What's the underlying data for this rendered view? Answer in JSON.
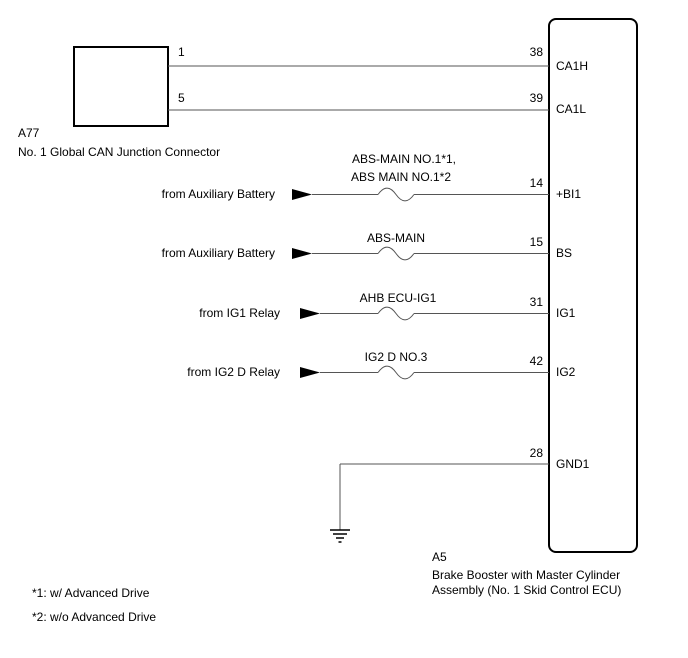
{
  "connector_a77": {
    "code": "A77",
    "name": "No. 1 Global CAN Junction Connector",
    "pins": [
      "1",
      "5"
    ]
  },
  "ecu_a5": {
    "code": "A5",
    "name_line1": "Brake Booster with Master Cylinder",
    "name_line2": "Assembly (No. 1 Skid Control ECU)"
  },
  "can_lines": [
    {
      "pin_left": "1",
      "pin_right": "38",
      "terminal": "CA1H"
    },
    {
      "pin_left": "5",
      "pin_right": "39",
      "terminal": "CA1L"
    }
  ],
  "power_lines": [
    {
      "source": "from Auxiliary Battery",
      "fuse_line1": "ABS-MAIN NO.1*1,",
      "fuse_line2": "ABS MAIN NO.1*2",
      "pin": "14",
      "terminal": "+BI1"
    },
    {
      "source": "from Auxiliary Battery",
      "fuse_line1": "ABS-MAIN",
      "fuse_line2": "",
      "pin": "15",
      "terminal": "BS"
    },
    {
      "source": "from IG1 Relay",
      "fuse_line1": "AHB ECU-IG1",
      "fuse_line2": "",
      "pin": "31",
      "terminal": "IG1"
    },
    {
      "source": "from IG2 D Relay",
      "fuse_line1": "IG2 D NO.3",
      "fuse_line2": "",
      "pin": "42",
      "terminal": "IG2"
    }
  ],
  "ground_line": {
    "pin": "28",
    "terminal": "GND1",
    "icon": "ground-icon"
  },
  "notes": [
    "*1: w/ Advanced Drive",
    "*2: w/o Advanced Drive"
  ],
  "colors": {
    "line": "#555555",
    "outline": "#000000"
  }
}
